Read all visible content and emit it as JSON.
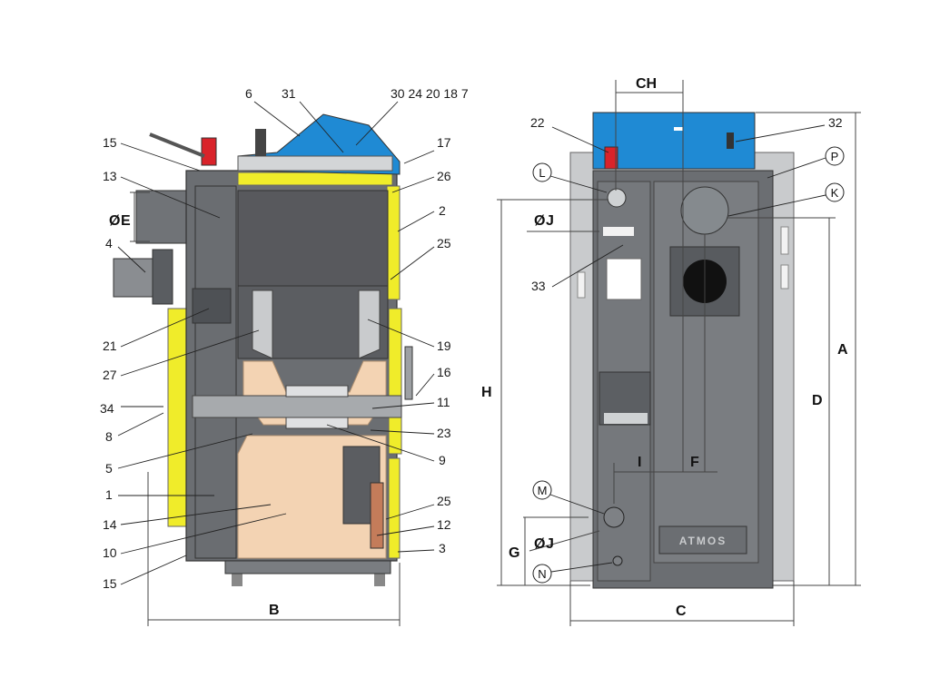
{
  "left_view": {
    "callouts": [
      "6",
      "31",
      "30 24 20 18 7",
      "15",
      "17",
      "13",
      "26",
      "2",
      "4",
      "25",
      "21",
      "19",
      "27",
      "16",
      "34",
      "11",
      "8",
      "23",
      "5",
      "9",
      "1",
      "25",
      "14",
      "12",
      "10",
      "3",
      "15"
    ],
    "dimensions": {
      "E": "E",
      "E_symbol": "Ø",
      "B": "B"
    }
  },
  "right_view": {
    "callouts": [
      "22",
      "32",
      "33"
    ],
    "circle_labels": [
      "L",
      "P",
      "K",
      "M",
      "N"
    ],
    "dimensions": {
      "CH": "CH",
      "J1": "J",
      "J2": "J",
      "J_symbol": "Ø",
      "H": "H",
      "A": "A",
      "D": "D",
      "I": "I",
      "F": "F",
      "G": "G",
      "C": "C"
    },
    "brand_plate": "ATMOS"
  },
  "colors": {
    "boiler_gray": "#6b6e72",
    "dark_gray": "#4e5155",
    "light_gray": "#c9cbcd",
    "insulation_yellow": "#f0ec2a",
    "cover_blue": "#1f8ad4",
    "firebrick": "#f3d3b3"
  }
}
